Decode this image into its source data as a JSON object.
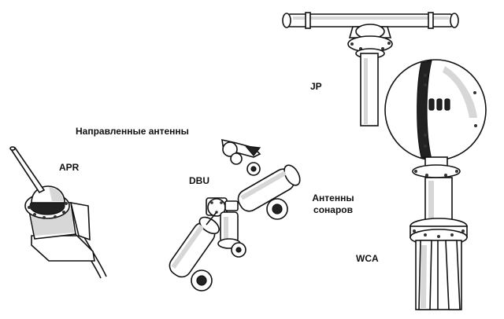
{
  "labels": {
    "directional_antennas": "Направленные  антенны",
    "apr": "APR",
    "dbu": "DBU",
    "jp": "JP",
    "sonar_antennas_line1": "Антенны",
    "sonar_antennas_line2": "сонаров",
    "wca": "WCA"
  },
  "colors": {
    "ink": "#111111",
    "paper": "#ffffff",
    "shade": "#d7d7d7"
  }
}
